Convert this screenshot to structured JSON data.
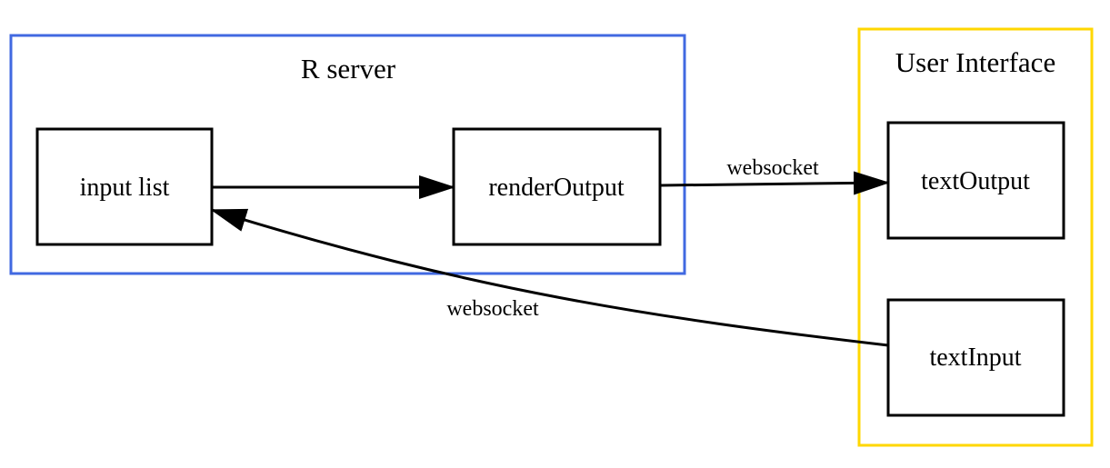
{
  "colors": {
    "r_server_border": "#4169e1",
    "user_interface_border": "#ffd700",
    "node_border": "#000000",
    "edge": "#000000"
  },
  "clusters": {
    "r_server": {
      "label": "R server"
    },
    "user_interface": {
      "label": "User Interface"
    }
  },
  "nodes": {
    "input_list": {
      "label": "input list"
    },
    "render_output": {
      "label": "renderOutput"
    },
    "text_output": {
      "label": "textOutput"
    },
    "text_input": {
      "label": "textInput"
    }
  },
  "edges": {
    "render_to_text_output": {
      "label": "websocket"
    },
    "text_input_to_input_list": {
      "label": "websocket"
    }
  }
}
